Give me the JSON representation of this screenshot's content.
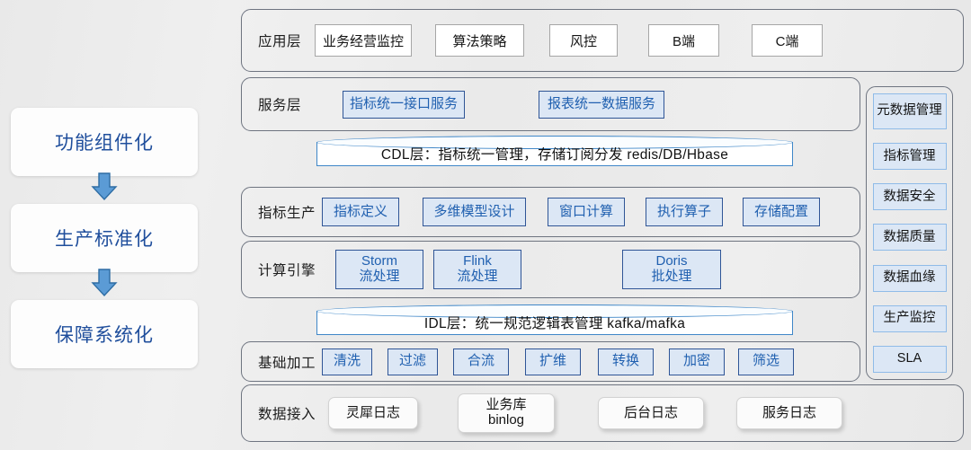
{
  "left_pillars": {
    "items": [
      {
        "label": "功能组件化"
      },
      {
        "label": "生产标准化"
      },
      {
        "label": "保障系统化"
      }
    ]
  },
  "rows": {
    "application": {
      "label": "应用层",
      "items": [
        "业务经营监控",
        "算法策略",
        "风控",
        "B端",
        "C端"
      ]
    },
    "service": {
      "label": "服务层",
      "items": [
        "指标统一接口服务",
        "报表统一数据服务"
      ]
    },
    "metric_production": {
      "label": "指标生产",
      "items": [
        "指标定义",
        "多维模型设计",
        "窗口计算",
        "执行算子",
        "存储配置"
      ]
    },
    "compute_engine": {
      "label": "计算引擎",
      "items": [
        {
          "line1": "Storm",
          "line2": "流处理"
        },
        {
          "line1": "Flink",
          "line2": "流处理"
        },
        {
          "line1": "Doris",
          "line2": "批处理"
        }
      ]
    },
    "basic_processing": {
      "label": "基础加工",
      "items": [
        "清洗",
        "过滤",
        "合流",
        "扩维",
        "转换",
        "加密",
        "筛选"
      ]
    },
    "data_ingest": {
      "label": "数据接入",
      "items": [
        {
          "line1": "灵犀日志",
          "line2": ""
        },
        {
          "line1": "业务库",
          "line2": "binlog"
        },
        {
          "line1": "后台日志",
          "line2": ""
        },
        {
          "line1": "服务日志",
          "line2": ""
        }
      ]
    }
  },
  "cylinders": {
    "cdl": "CDL层：指标统一管理，存储订阅分发 redis/DB/Hbase",
    "idl": "IDL层：统一规范逻辑表管理 kafka/mafka"
  },
  "governance": {
    "items": [
      "元数据管理",
      "指标管理",
      "数据安全",
      "数据质量",
      "数据血缘",
      "生产监控",
      "SLA"
    ]
  },
  "colors": {
    "accent_blue": "#2060b0",
    "border_blue": "#2f5596",
    "fill_blue": "#dce7f5",
    "cylinder_blue": "#3f87c8",
    "shell_border": "#6e7480",
    "pillar_text": "#1f4e9c",
    "background": "#ebebeb"
  }
}
